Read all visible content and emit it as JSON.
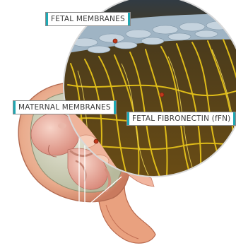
{
  "labels": {
    "fetal_membranes": "FETAL MEMBRANES",
    "maternal_membranes": "MATERNAL MEMBRANES",
    "fetal_fibronectin": "FETAL FIBRONECTIN (fFN)"
  },
  "colors": {
    "callout_accent": "#1fa8b3",
    "fibronectin_strands": "#e5c21a",
    "uterus_tissue": "#e7a98a",
    "fetus_skin": "#e9a99a",
    "marker_dot": "#c0391b"
  }
}
